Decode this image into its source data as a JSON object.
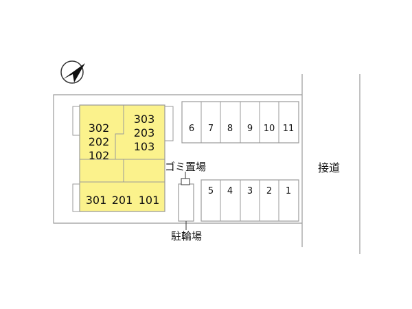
{
  "building_a_units": [
    "302",
    "202",
    "102"
  ],
  "building_b_units": [
    "303",
    "203",
    "103"
  ],
  "building_c_units": [
    "301",
    "201",
    "101"
  ],
  "parking_top": [
    "6",
    "7",
    "8",
    "9",
    "10",
    "11"
  ],
  "parking_bottom": [
    "5",
    "4",
    "3",
    "2",
    "1"
  ],
  "labels": {
    "garbage": "ゴミ置場",
    "bicycle": "駐輪場",
    "road": "接道"
  },
  "colors": {
    "building_fill": "#fbf28c",
    "line": "#9a9a9a"
  }
}
